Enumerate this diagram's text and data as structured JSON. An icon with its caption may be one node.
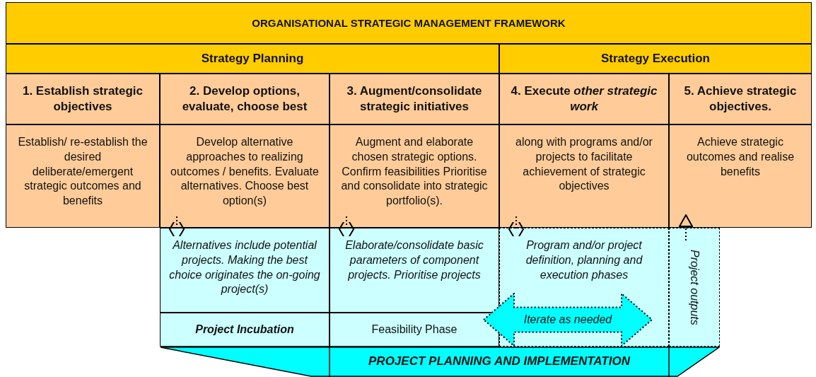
{
  "diagram": {
    "nodes": [
      {
        "text": [
          "ORGANISATIONAL STRATEGIC MANAGEMENT FRAMEWORK"
        ]
      },
      {
        "text": [
          "Strategy Planning"
        ]
      },
      {
        "text": [
          "Strategy Execution"
        ]
      },
      {
        "text": [
          "1. Establish strategic objectives"
        ]
      },
      {
        "text": [
          "2. Develop options, evaluate, choose best"
        ]
      },
      {
        "text": [
          "3. Augment/consolidate strategic initiatives"
        ]
      },
      {
        "text": [
          "4. Execute *other strategic work*"
        ]
      },
      {
        "text": [
          "5. Achieve strategic objectives."
        ]
      },
      {
        "text": [
          "Establish/ re-establish the desired deliberate/emergent strategic outcomes and benefits"
        ]
      },
      {
        "text": [
          "Develop alternative approaches to realizing outcomes / benefits. Evaluate alternatives. Choose best option(s)"
        ]
      },
      {
        "text": [
          "Augment and elaborate chosen strategic options. Confirm feasibilities Prioritise and consolidate into strategic portfolio(s)."
        ]
      },
      {
        "text": [
          "along with programs and/or projects to facilitate achievement of strategic objectives"
        ]
      },
      {
        "text": [
          "Achieve strategic outcomes and realise benefits"
        ]
      },
      {
        "text": [
          "Alternatives include potential projects. Making the best choice originates the on-going project(s)"
        ]
      },
      {
        "text": [
          "Elaborate/consolidate basic parameters of component projects. Prioritise projects"
        ]
      },
      {
        "text": [
          "Program and/or project definition, planning and execution phases"
        ]
      },
      {
        "text": [
          "Project outputs"
        ]
      },
      {
        "text": [
          "Project Incubation"
        ]
      },
      {
        "text": [
          "Feasibility Phase"
        ]
      },
      {
        "text": [
          "Iterate as needed"
        ]
      },
      {
        "text": [
          "PROJECT PLANNING AND IMPLEMENTATION"
        ]
      }
    ],
    "edges": [
      {
        "from": 9,
        "to": 13,
        "arrow": "other"
      },
      {
        "from": 10,
        "to": 14,
        "arrow": "other"
      },
      {
        "from": 11,
        "to": 15,
        "arrow": "other"
      },
      {
        "from": 16,
        "to": 12,
        "arrow": "to"
      }
    ]
  }
}
